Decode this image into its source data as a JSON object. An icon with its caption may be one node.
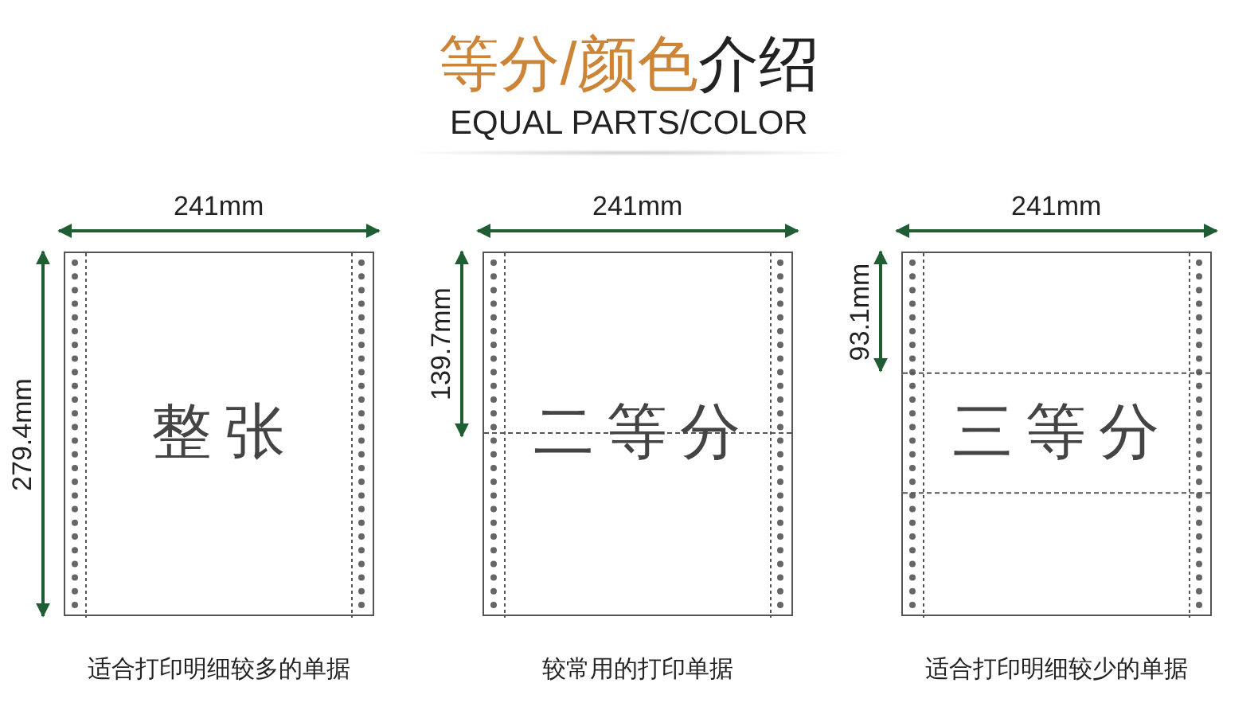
{
  "diagram": {
    "title": "**等分/颜色**介绍",
    "nodes": [
      {
        "text": [
          "整张"
        ],
        "beside": [
          "适合打印明细较多的单据"
        ]
      },
      {
        "text": [
          "二等分"
        ],
        "beside": [
          "较常用的打印单据"
        ]
      },
      {
        "text": [
          "三等分"
        ],
        "beside": [
          "适合打印明细较少的单据"
        ]
      }
    ],
    "labels": [
      "EQUAL PARTS/COLOR",
      "241mm",
      "241mm",
      "241mm",
      "279.4mm",
      "139.7mm",
      "93.1mm"
    ]
  }
}
